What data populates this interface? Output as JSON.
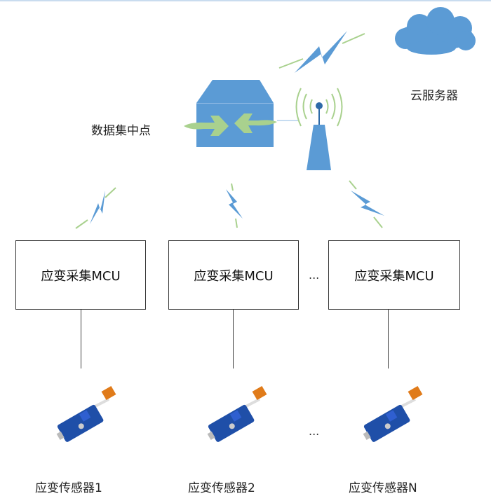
{
  "labels": {
    "cloud_server": "云服务器",
    "data_hub": "数据集中点",
    "ellipsis": "..."
  },
  "mcus": [
    {
      "label": "应变采集MCU"
    },
    {
      "label": "应变采集MCU"
    },
    {
      "label": "应变采集MCU"
    }
  ],
  "sensors": [
    {
      "label": "应变传感器1"
    },
    {
      "label": "应变传感器2"
    },
    {
      "label": "应变传感器N"
    }
  ],
  "colors": {
    "blue": "#5b9bd5",
    "green": "#a9d18e",
    "dark_blue": "#2e6aa8"
  }
}
